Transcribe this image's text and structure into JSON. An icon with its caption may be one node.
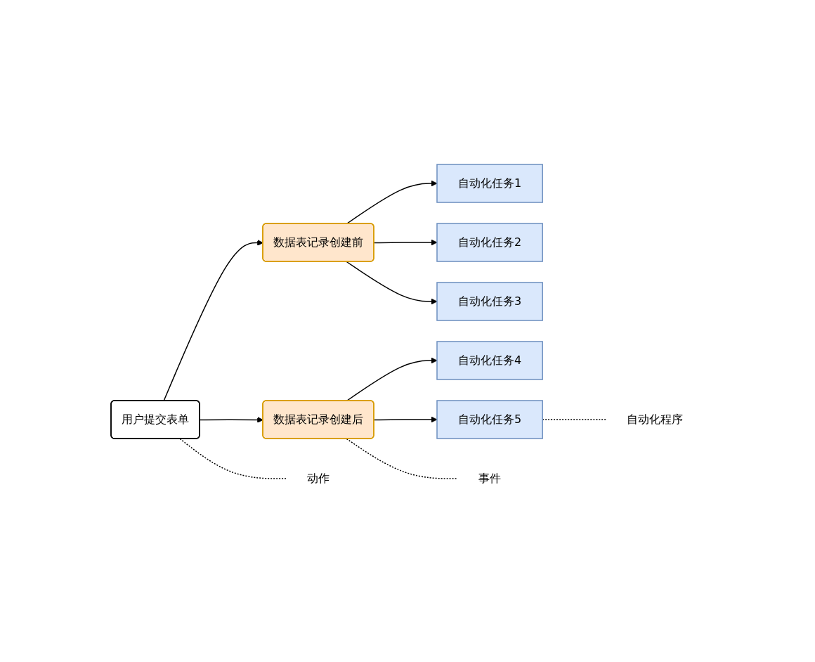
{
  "diagram": {
    "nodes": [
      {
        "text": [
          "用户提交表单"
        ]
      },
      {
        "text": [
          "数据表记录创建前"
        ]
      },
      {
        "text": [
          "数据表记录创建后"
        ]
      },
      {
        "text": [
          "自动化任务1"
        ]
      },
      {
        "text": [
          "自动化任务2"
        ]
      },
      {
        "text": [
          "自动化任务3"
        ]
      },
      {
        "text": [
          "自动化任务4"
        ]
      },
      {
        "text": [
          "自动化任务5"
        ]
      },
      {
        "text": [
          "动作"
        ]
      },
      {
        "text": [
          "事件"
        ]
      },
      {
        "text": [
          "自动化程序"
        ]
      }
    ],
    "edges": [
      {
        "from": 0,
        "to": 1,
        "arrow": "to"
      },
      {
        "from": 0,
        "to": 2,
        "arrow": "to"
      },
      {
        "from": 1,
        "to": 3,
        "arrow": "to"
      },
      {
        "from": 1,
        "to": 4,
        "arrow": "to"
      },
      {
        "from": 1,
        "to": 5,
        "arrow": "to"
      },
      {
        "from": 2,
        "to": 6,
        "arrow": "to"
      },
      {
        "from": 2,
        "to": 7,
        "arrow": "to"
      },
      {
        "from": 0,
        "to": 8,
        "arrow": "none",
        "style": "dashed"
      },
      {
        "from": 2,
        "to": 9,
        "arrow": "none",
        "style": "dashed"
      },
      {
        "from": 7,
        "to": 10,
        "arrow": "none",
        "style": "dashed"
      }
    ]
  }
}
